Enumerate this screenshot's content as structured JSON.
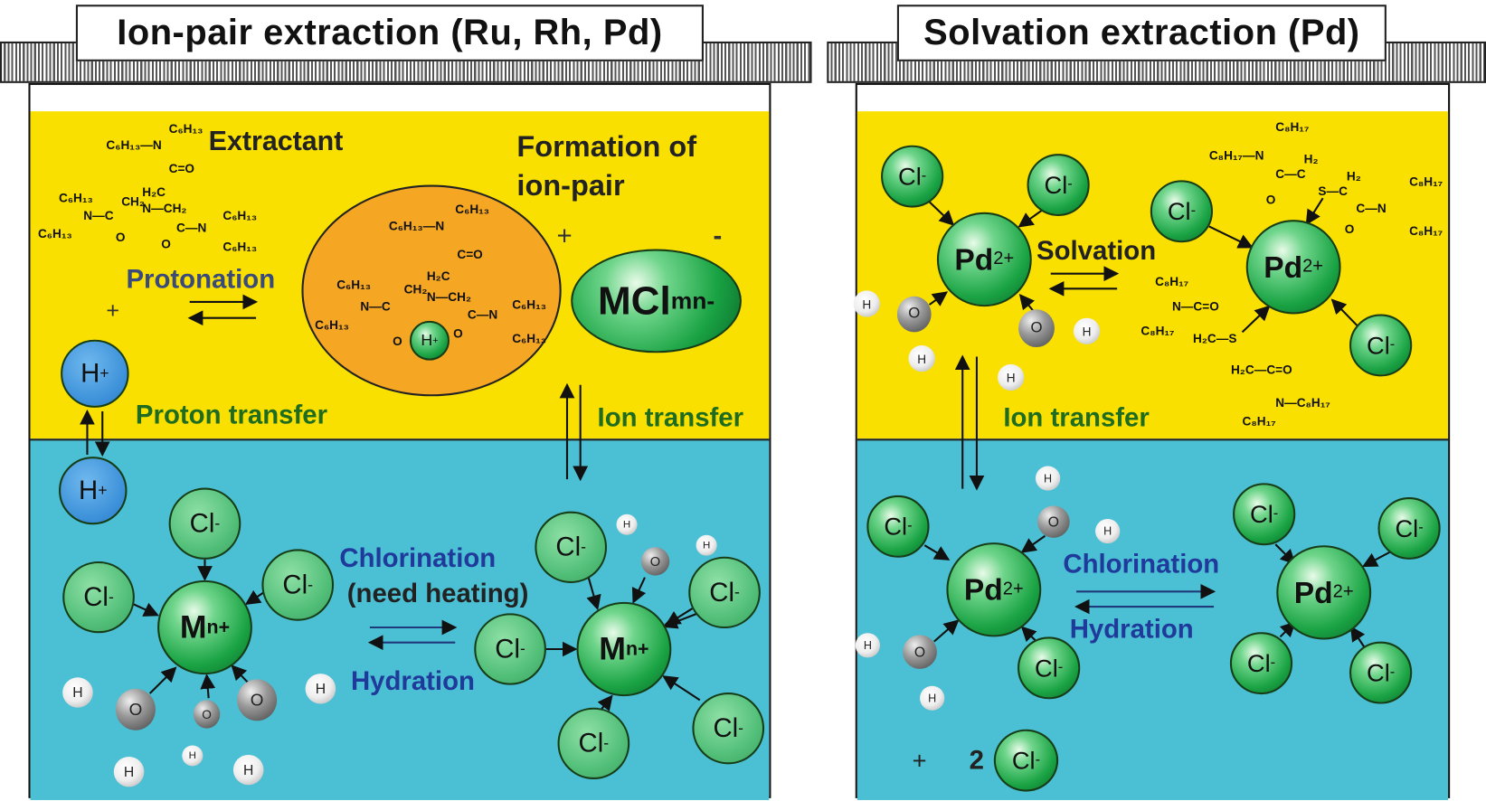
{
  "left_panel": {
    "title": "Ion-pair extraction (Ru, Rh, Pd)",
    "extractant_label": "Extractant",
    "formation_line1": "Formation of",
    "formation_line2": "ion-pair",
    "protonation_label": "Protonation",
    "proton_transfer_label": "Proton transfer",
    "ion_transfer_label": "Ion transfer",
    "chlorination_label": "Chlorination",
    "need_heating_label": "(need heating)",
    "hydration_label": "Hydration",
    "plus": "+",
    "minus": "-",
    "proton": "H",
    "proton_charge": "+",
    "complex_main": "MCl",
    "complex_sub": "m",
    "complex_charge": "n-",
    "metal": "M",
    "metal_charge": "n+",
    "chloride": "Cl",
    "chloride_charge": "-",
    "oxygen": "O",
    "hydrogen": "H"
  },
  "right_panel": {
    "title": "Solvation extraction (Pd)",
    "solvation_label": "Solvation",
    "ion_transfer_label": "Ion transfer",
    "chlorination_label": "Chlorination",
    "hydration_label": "Hydration",
    "palladium": "Pd",
    "palladium_charge": "2+",
    "chloride": "Cl",
    "chloride_charge": "-",
    "plus": "+",
    "coefficient": "2",
    "oxygen": "O",
    "hydrogen": "H"
  },
  "structures": {
    "extractant": [
      "C₆H₁₃",
      "C₆H₁₃—N",
      "C=O",
      "H₂C",
      "C₆H₁₃",
      "CH₂",
      "N—CH₂",
      "N—C",
      "C₆H₁₃",
      "O",
      "C—N",
      "C₆H₁₃",
      "O",
      "C₆H₁₃"
    ],
    "ion_pair": [
      "C₆H₁₃",
      "C₆H₁₃—N",
      "C=O",
      "H₂C",
      "C₆H₁₃",
      "CH₂",
      "N—CH₂",
      "N—C",
      "C₆H₁₃",
      "O",
      "C—N",
      "C₆H₁₃",
      "O",
      "C₆H₁₃"
    ],
    "thio_ligand_top": [
      "C₈H₁₇",
      "C₈H₁₇—N",
      "H₂",
      "C—C",
      "O",
      "S—C",
      "H₂",
      "C—N",
      "O",
      "C₈H₁₇",
      "C₈H₁₇"
    ],
    "thio_ligand_bottom": [
      "C₈H₁₇",
      "N—C=O",
      "C₈H₁₇",
      "H₂C—S",
      "H₂C—C=O",
      "N—C₈H₁₇",
      "C₈H₁₇"
    ]
  },
  "colors": {
    "yellow": "#f9e000",
    "blue": "#4bbfd3",
    "green": "#1aa344",
    "orange": "#f5a623",
    "label_blue": "#1f3a9a",
    "label_green": "#1f6b1f"
  }
}
